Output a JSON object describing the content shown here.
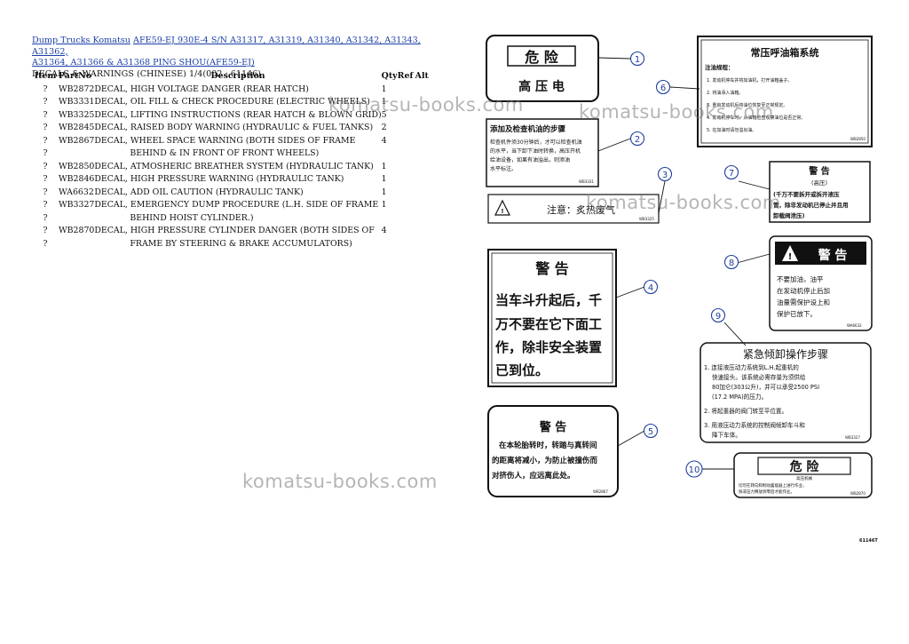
{
  "header": {
    "breadcrumb_root": "Dump Trucks Komatsu",
    "breadcrumb_model_line1": "AFE59-EJ 930E-4 S/N A31317, A31319, A31340, A31342, A31343, A31362,",
    "breadcrumb_model_line2": "A31364, A31366 & A31368 PING SHOU(AFE59-EJ)",
    "section_title": "DECALS & WARNINGS (CHINESE) 1/4(002 : 61146)"
  },
  "table": {
    "columns": [
      "Item",
      "PartNo",
      "Description",
      "Qty",
      "Ref",
      "Alt"
    ],
    "rows": [
      {
        "item": "?",
        "part": "WB2872",
        "desc": "DECAL, HIGH VOLTAGE DANGER (REAR HATCH)",
        "qty": "1"
      },
      {
        "item": "?",
        "part": "WB3331",
        "desc": "DECAL, OIL FILL & CHECK PROCEDURE (ELECTRIC WHEELS)",
        "qty": "1"
      },
      {
        "item": "?",
        "part": "WB3325",
        "desc": "DECAL, LIFTING INSTRUCTIONS (REAR HATCH & BLOWN GRID)",
        "qty": "5"
      },
      {
        "item": "?",
        "part": "WB2845",
        "desc": "DECAL, RAISED BODY WARNING (HYDRAULIC & FUEL TANKS)",
        "qty": "2"
      },
      {
        "item": "?",
        "part": "WB2867",
        "desc": "DECAL, WHEEL SPACE WARNING (BOTH SIDES OF FRAME",
        "qty": "4"
      },
      {
        "item": "?",
        "part": "",
        "desc": "BEHIND & IN FRONT OF FRONT WHEELS)",
        "qty": ""
      },
      {
        "item": "?",
        "part": "WB2850",
        "desc": "DECAL, ATMOSHERIC BREATHER SYSTEM (HYDRAULIC TANK)",
        "qty": "1"
      },
      {
        "item": "?",
        "part": "WB2846",
        "desc": "DECAL, HIGH PRESSURE WARNING (HYDRAULIC TANK)",
        "qty": "1"
      },
      {
        "item": "?",
        "part": "WA6632",
        "desc": "DECAL, ADD OIL CAUTION (HYDRAULIC TANK)",
        "qty": "1"
      },
      {
        "item": "?",
        "part": "WB3327",
        "desc": "DECAL, EMERGENCY DUMP PROCEDURE (L.H. SIDE OF FRAME",
        "qty": "1"
      },
      {
        "item": "?",
        "part": "",
        "desc": "BEHIND HOIST CYLINDER.)",
        "qty": ""
      },
      {
        "item": "?",
        "part": "WB2870",
        "desc": "DECAL, HIGH PRESSURE CYLINDER DANGER (BOTH SIDES OF",
        "qty": "4"
      },
      {
        "item": "?",
        "part": "",
        "desc": "FRAME BY STEERING & BRAKE ACCUMULATORS)",
        "qty": ""
      }
    ]
  },
  "watermark": "komatsu-books.com",
  "diagram": {
    "callouts": [
      "1",
      "2",
      "3",
      "4",
      "5",
      "6",
      "7",
      "8",
      "9",
      "10"
    ],
    "d1_title": "危 险",
    "d1_text": "高 压 电",
    "d2_title": "添加及检查机油的步骤",
    "d2_line1": "检查机件须30分钟后，才可以检查机油",
    "d2_line2": "的水平，当下卸下油时转换，高压开机",
    "d2_line3": "给油设备，如果有油溢出，则添油",
    "d2_line4": "水平标注。",
    "d3_text": "注意：炙热废气",
    "d4_title": "警 告",
    "d4_line1": "当车斗升起后，千",
    "d4_line2": "万不要在它下面工",
    "d4_line3": "作，除非安全装置",
    "d4_line4": "已到位。",
    "d5_title": "警 告",
    "d5_line1": "在本轮胎转时，转踏与真转间",
    "d5_line2": "的距离将减小，为防止被撞伤而",
    "d5_line3": "对挤伤人，应远离此处。",
    "d6_title": "常压呼油箱系统",
    "d6_sub": "注油规程：",
    "d6_line1": "1. 发动机停车并将加油机，打开油箱盖子。",
    "d6_line2": "2. 将油添入油箱。",
    "d6_line3": "3. 重启发动机后将油位恢复至正常规定。",
    "d6_line4": "4. 发动机停车时，从油箱检查观察油位是否正常。",
    "d6_line5": "5. 在加油时请勿溢出油。",
    "d7_title": "警 告",
    "d7_sub": "(高压)",
    "d7_line1": "(千万不要拆开或拆开液压",
    "d7_line2": "管，除非发动机已停止并且用",
    "d7_line3": "卸载阀泄压)",
    "d8_title": "警 告",
    "d8_line1": "不要加油，油平",
    "d8_line2": "在发动机停止后加",
    "d8_line3": "油量需保护设上和",
    "d8_line4": "保护已放下。",
    "d9_title": "紧急倾卸操作步骤",
    "d9_line1": "1. 连接液压动力系统到L.H.起重机的",
    "d9_line2": "快速接头。该系统必需存量为须供给",
    "d9_line3": "80加仑(303公升)，并可以承受2500 PSI",
    "d9_line4": "(17.2 MPA)的压力。",
    "d9_line5": "2. 将起重器的阀门转至平位置。",
    "d9_line6": "3. 用液压动力系统的控制阀倾卸车斗和",
    "d9_line7": "降下车体。",
    "d10_title": "危 险",
    "d10_sub": "高压机械",
    "d10_line1": "切勿在转向和制动蓄能器上进行作业，",
    "d10_line2": "除非压力释放到零后才能作业。",
    "code_d2": "WB3331",
    "code_d3": "WB3325",
    "code_d5": "WB2867",
    "code_d6": "WB2850",
    "code_d8": "WA6632",
    "code_d9": "WB3327",
    "code_d10": "WB2870",
    "figure_no": "61146T"
  }
}
